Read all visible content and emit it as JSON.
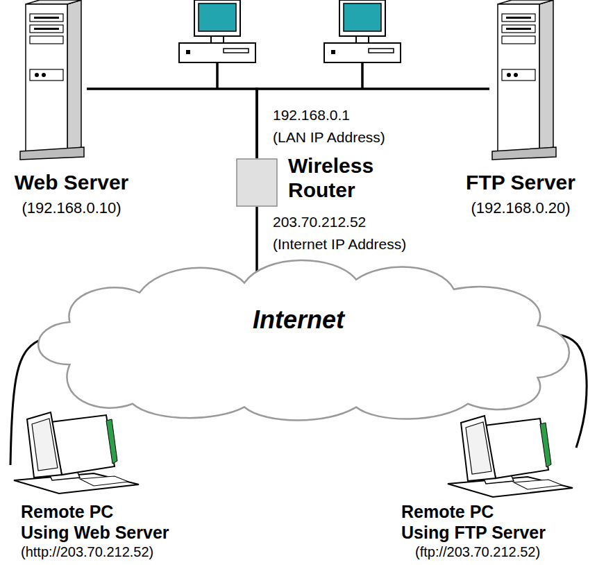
{
  "diagram": {
    "nodes": [
      {
        "text": [
          "Web Server",
          "(192.168.0.10)"
        ]
      },
      {
        "text": [
          "FTP Server",
          "(192.168.0.20)"
        ]
      },
      {
        "text": [
          "Wireless Router"
        ]
      },
      {
        "text": [
          "Internet"
        ]
      },
      {
        "text": [
          "Remote PC Using Web Server",
          "(http://203.70.212.52)"
        ]
      },
      {
        "text": [
          "Remote PC Using FTP Server",
          "(ftp://203.70.212.52)"
        ]
      }
    ],
    "edges": [
      {
        "from": 0,
        "to": 2,
        "arrow": "none"
      },
      {
        "from": 1,
        "to": 2,
        "arrow": "none"
      },
      {
        "from": 2,
        "to": 3,
        "arrow": "none"
      },
      {
        "from": 3,
        "to": 4,
        "arrow": "none"
      },
      {
        "from": 3,
        "to": 5,
        "arrow": "none"
      }
    ],
    "labels": [
      "192.168.0.1 (LAN IP Address)",
      "203.70.212.52 (Internet IP Address)"
    ]
  }
}
